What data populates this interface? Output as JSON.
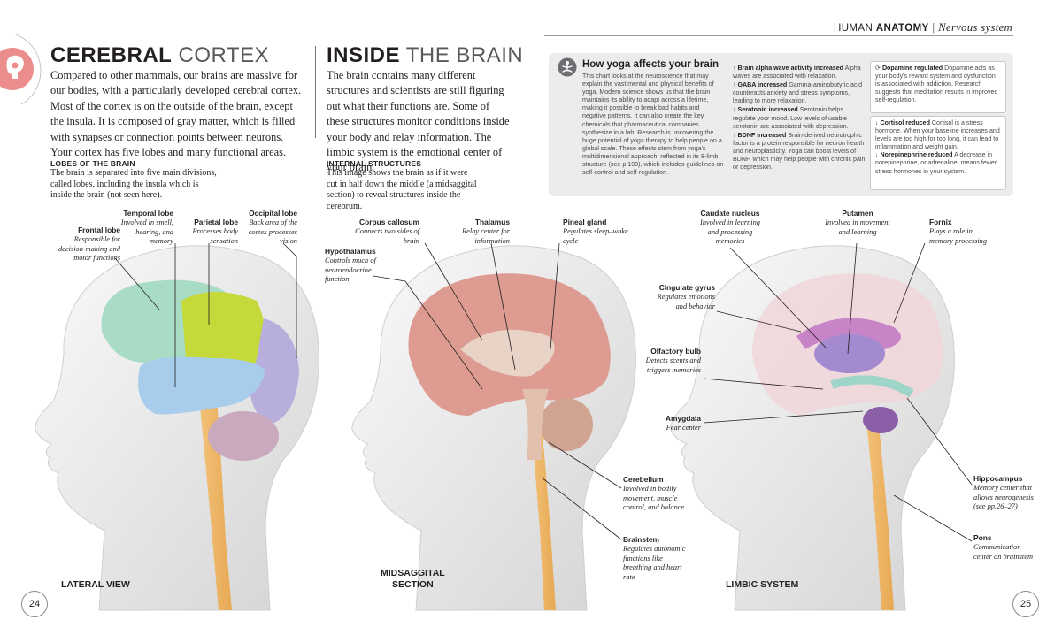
{
  "header": {
    "section": "HUMAN",
    "section_bold": "ANATOMY",
    "divider": "|",
    "topic": "Nervous system"
  },
  "left": {
    "title_a": "CEREBRAL",
    "title_b": "CORTEX",
    "intro": "Compared to other mammals, our brains are massive for our bodies, with a particularly developed cerebral cortex. Most of the cortex is on the outside of the brain, except the insula. It is composed of gray matter, which is filled with synapses or connection points between neurons. Your cortex has five lobes and many functional areas.",
    "sub_title": "LOBES OF THE BRAIN",
    "sub_text": "The brain is separated into five main divisions, called lobes, including the insula which is inside the brain (not seen here).",
    "labels": [
      {
        "name": "Frontal lobe",
        "desc": "Responsible for decision-making and motor functions"
      },
      {
        "name": "Temporal lobe",
        "desc": "Involved in smell, hearing, and memory"
      },
      {
        "name": "Parietal lobe",
        "desc": "Processes body sensation"
      },
      {
        "name": "Occipital lobe",
        "desc": "Back area of the cortex processes vision"
      }
    ],
    "view": "LATERAL VIEW",
    "page": "24"
  },
  "middle": {
    "title_a": "INSIDE",
    "title_b": "THE BRAIN",
    "intro": "The brain contains many different structures and scientists are still figuring out what their functions are. Some of these structures monitor conditions inside your body and relay information. The limbic system is the emotional center of your brain.",
    "sub_title": "INTERNAL STRUCTURES",
    "sub_text": "This image shows the brain as if it were cut in half down the middle (a midsaggital section) to reveal structures inside the cerebrum.",
    "labels": [
      {
        "name": "Corpus callosum",
        "desc": "Connects two sides of brain"
      },
      {
        "name": "Thalamus",
        "desc": "Relay center for information"
      },
      {
        "name": "Pineal gland",
        "desc": "Regulates sleep–wake cycle"
      },
      {
        "name": "Hypothalamus",
        "desc": "Controls much of neuroendocrine function"
      },
      {
        "name": "Cerebellum",
        "desc": "Involved in bodily movement, muscle control, and balance"
      },
      {
        "name": "Brainstem",
        "desc": "Regulates autonomic functions like breathing and heart rate"
      }
    ],
    "view_a": "MIDSAGGITAL",
    "view_b": "SECTION"
  },
  "right": {
    "yoga": {
      "title": "How yoga affects your brain",
      "body": "This chart looks at the neuroscience that may explain the vast mental and physical benefits of yoga. Modern science shows us that the brain maintains its ability to adapt across a lifetime, making it possible to break bad habits and negative patterns. It can also create the key chemicals that pharmaceutical companies synthesize in a lab. Research is uncovering the huge potential of yoga therapy to help people on a global scale. These effects stem from yoga's multidimensional approach, reflected in its 8-limb structure (see p.198), which includes guidelines on self-control and self-regulation.",
      "items": [
        {
          "arrow": "↑",
          "head": "Brain alpha wave activity increased",
          "text": "Alpha waves are associated with relaxation."
        },
        {
          "arrow": "↑",
          "head": "GABA increased",
          "text": "Gamma-aminobutyric acid counteracts anxiety and stress symptoms, leading to more relaxation."
        },
        {
          "arrow": "↑",
          "head": "Serotonin increased",
          "text": "Serotonin helps regulate your mood. Low levels of usable serotonin are associated with depression."
        },
        {
          "arrow": "↑",
          "head": "BDNF increased",
          "text": "Brain-derived neurotrophic factor is a protein responsible for neuron health and neuroplasticity. Yoga can boost levels of BDNF, which may help people with chronic pain or depression."
        }
      ],
      "card1": {
        "arrow": "⟳",
        "head": "Dopamine regulated",
        "text": "Dopamine acts as your body's reward system and dysfunction is associated with addiction. Research suggests that meditation results in improved self-regulation."
      },
      "card2": [
        {
          "arrow": "↓",
          "head": "Cortisol reduced",
          "text": "Cortisol is a stress hormone. When your baseline increases and levels are too high for too long, it can lead to inflammation and weight gain."
        },
        {
          "arrow": "↓",
          "head": "Norepinephrine reduced",
          "text": "A decrease in norepinephrine, or adrenaline, means fewer stress hormones in your system."
        }
      ]
    },
    "labels": [
      {
        "name": "Caudate nucleus",
        "desc": "Involved in learning and processing memories"
      },
      {
        "name": "Putamen",
        "desc": "Involved in movement and learning"
      },
      {
        "name": "Fornix",
        "desc": "Plays a role in memory processing"
      },
      {
        "name": "Cingulate gyrus",
        "desc": "Regulates emotions and behavior"
      },
      {
        "name": "Olfactory bulb",
        "desc": "Detects scents and triggers memories"
      },
      {
        "name": "Amygdala",
        "desc": "Fear center"
      },
      {
        "name": "Hippocampus",
        "desc": "Memory center that allows neurogenesis (see pp.26–27)"
      },
      {
        "name": "Pons",
        "desc": "Communication center on brainstem"
      }
    ],
    "view": "LIMBIC SYSTEM",
    "page": "25"
  }
}
